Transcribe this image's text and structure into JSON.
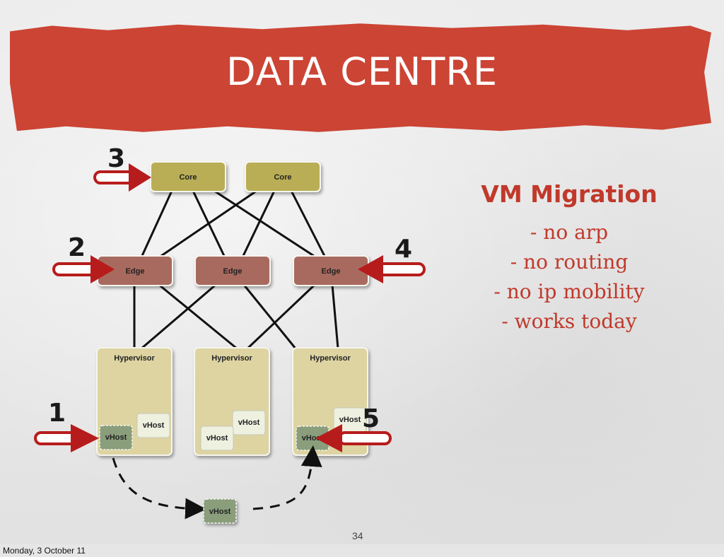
{
  "slide": {
    "title": "DATA CENTRE",
    "page_number": "34",
    "footer_date": "Monday, 3 October 11"
  },
  "diagram": {
    "core_nodes": [
      "Core",
      "Core"
    ],
    "edge_nodes": [
      "Edge",
      "Edge",
      "Edge"
    ],
    "hypervisors": [
      "Hypervisor",
      "Hypervisor",
      "Hypervisor"
    ],
    "vhost_label": "vHost",
    "steps": [
      "1",
      "2",
      "3",
      "4",
      "5"
    ],
    "colors": {
      "core": "#b9ae55",
      "edge": "#a86a5e",
      "hypervisor": "#ddd4a2",
      "vhost": "#eef0e0",
      "vhost_migrating": "#8a9e7c",
      "arrow": "#b71c1c"
    }
  },
  "notes": {
    "heading": "VM Migration",
    "items": [
      "- no arp",
      "- no routing",
      "- no ip mobility",
      "- works today"
    ]
  }
}
